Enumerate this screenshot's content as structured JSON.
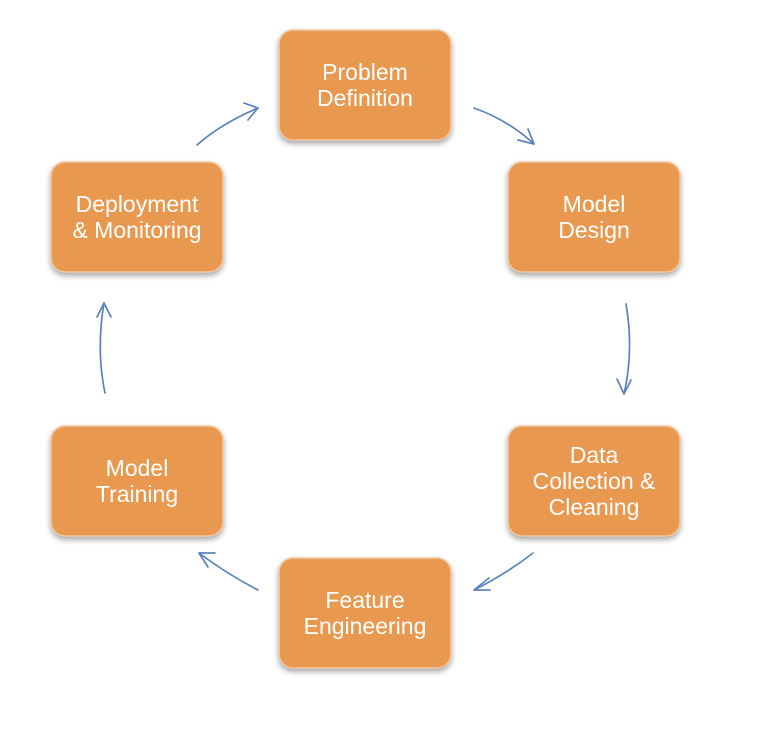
{
  "colors": {
    "node_fill": "#E8994F",
    "node_stroke": "#F3C9A2",
    "arrow": "#5C82BE",
    "text": "#FFFFFF"
  },
  "nodes": [
    {
      "id": "problem-definition",
      "lines": [
        "Problem",
        "Definition"
      ]
    },
    {
      "id": "model-design",
      "lines": [
        "Model",
        "Design"
      ]
    },
    {
      "id": "data-collection-cleaning",
      "lines": [
        "Data",
        "Collection &",
        "Cleaning"
      ]
    },
    {
      "id": "feature-engineering",
      "lines": [
        "Feature",
        "Engineering"
      ]
    },
    {
      "id": "model-training",
      "lines": [
        "Model",
        "Training"
      ]
    },
    {
      "id": "deployment-monitoring",
      "lines": [
        "Deployment",
        "& Monitoring"
      ]
    }
  ],
  "edges": [
    {
      "from": "problem-definition",
      "to": "model-design"
    },
    {
      "from": "model-design",
      "to": "data-collection-cleaning"
    },
    {
      "from": "data-collection-cleaning",
      "to": "feature-engineering"
    },
    {
      "from": "feature-engineering",
      "to": "model-training"
    },
    {
      "from": "model-training",
      "to": "deployment-monitoring"
    },
    {
      "from": "deployment-monitoring",
      "to": "problem-definition"
    }
  ]
}
